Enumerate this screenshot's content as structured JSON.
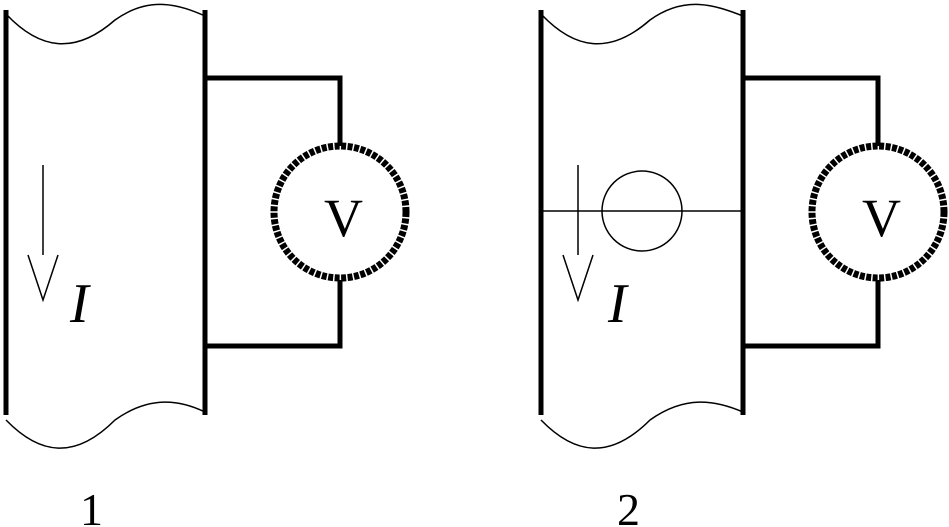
{
  "figures": [
    {
      "id": "1",
      "label": "1",
      "meter_symbol": "V",
      "current_symbol": "I",
      "has_probe_circle": false
    },
    {
      "id": "2",
      "label": "2",
      "meter_symbol": "V",
      "current_symbol": "I",
      "has_probe_circle": true
    }
  ],
  "colors": {
    "line": "#000000",
    "background": "#ffffff"
  }
}
